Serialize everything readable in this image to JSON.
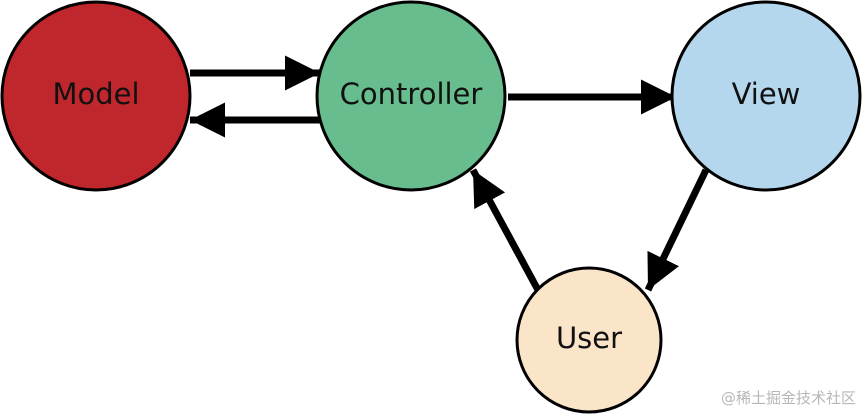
{
  "diagram": {
    "nodes": {
      "model": {
        "label": "Model",
        "fill": "#c0272d",
        "text_color": "#ffffff"
      },
      "controller": {
        "label": "Controller",
        "fill": "#68bd8e",
        "text_color": "#111111"
      },
      "view": {
        "label": "View",
        "fill": "#b4d7ee",
        "text_color": "#111111"
      },
      "user": {
        "label": "User",
        "fill": "#fbe5c9",
        "text_color": "#111111"
      }
    },
    "edges": [
      {
        "from": "model",
        "to": "controller"
      },
      {
        "from": "controller",
        "to": "model"
      },
      {
        "from": "controller",
        "to": "view"
      },
      {
        "from": "view",
        "to": "user"
      },
      {
        "from": "user",
        "to": "controller"
      }
    ],
    "colors": {
      "stroke": "#000000",
      "arrow": "#000000"
    }
  },
  "watermark": {
    "text": "@稀土掘金技术社区"
  }
}
